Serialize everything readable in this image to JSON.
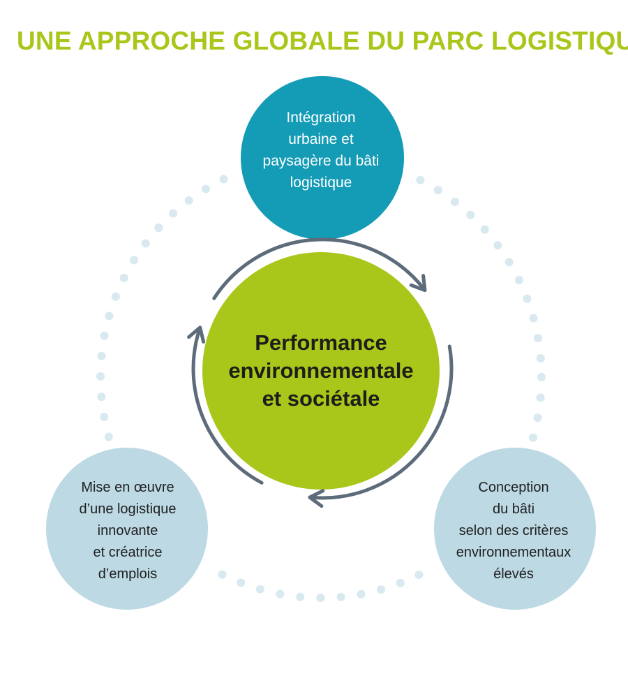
{
  "title": "UNE APPROCHE GLOBALE DU PARC LOGISTIQUE",
  "colors": {
    "title": "#a9c71a",
    "top_circle": "#149bb5",
    "center_circle": "#a9c71a",
    "side_circles": "#bcd9e4",
    "dots": "#d8e9ef",
    "arrows": "#5d6b7a"
  },
  "nodes": {
    "top": "Intégration\nurbaine et\npaysagère du bâti\nlogistique",
    "center": "Performance\nenvironnementale\net sociétale",
    "left": "Mise en œuvre\nd’une logistique\ninnovante\net créatrice\nd’emplois",
    "right": "Conception\ndu bâti\nselon des critères\nenvironnementaux\nélevés"
  }
}
